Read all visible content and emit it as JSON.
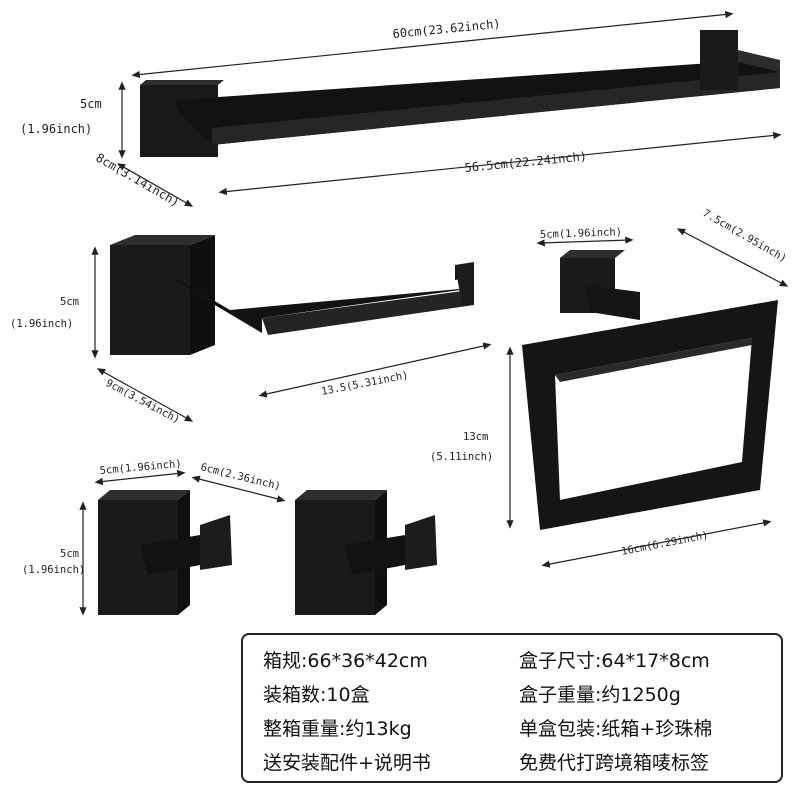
{
  "dimensions": {
    "towel_bar_total": "60cm(23.62inch)",
    "towel_bar_height": "5cm",
    "towel_bar_height_in": "(1.96inch)",
    "towel_bar_depth": "8cm(3.14inch)",
    "towel_bar_inner": "56.5cm(22.24inch)",
    "paper_holder_height": "5cm",
    "paper_holder_height_in": "(1.96inch)",
    "paper_holder_depth": "9cm(3.54inch)",
    "paper_holder_length": "13.5(5.31inch)",
    "ring_base": "5cm(1.96inch)",
    "ring_depth": "7.5cm(2.95inch)",
    "ring_height": "13cm",
    "ring_height_in": "(5.11inch)",
    "ring_width": "16cm(6.29inch)",
    "hook_width": "5cm(1.96inch)",
    "hook_depth": "6cm(2.36inch)",
    "hook_height": "5cm",
    "hook_height_in": "(1.96inch)"
  },
  "specs": {
    "left": [
      "箱规:66*36*42cm",
      "装箱数:10盒",
      "整箱重量:约13kg",
      "送安装配件+说明书"
    ],
    "right": [
      "盒子尺寸:64*17*8cm",
      "盒子重量:约1250g",
      "单盒包装:纸箱+珍珠棉",
      "免费代打跨境箱唛标签"
    ]
  },
  "colors": {
    "product": "#151515",
    "product_edge": "#2e2e2e",
    "line": "#222222"
  }
}
